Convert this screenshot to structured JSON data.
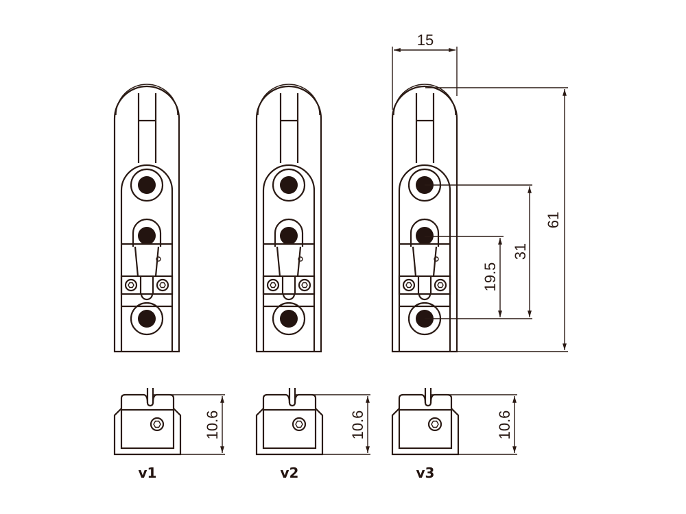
{
  "drawing": {
    "colors": {
      "line": "#2a1a14",
      "hole": "#231410",
      "background": "#ffffff"
    },
    "variants": [
      {
        "label": "v1",
        "side_height_dim": "10.6"
      },
      {
        "label": "v2",
        "side_height_dim": "10.6"
      },
      {
        "label": "v3",
        "side_height_dim": "10.6"
      }
    ],
    "dimensions": {
      "width": "15",
      "total_height": "61",
      "hole_span_outer": "31",
      "hole_span_inner": "19.5"
    }
  }
}
